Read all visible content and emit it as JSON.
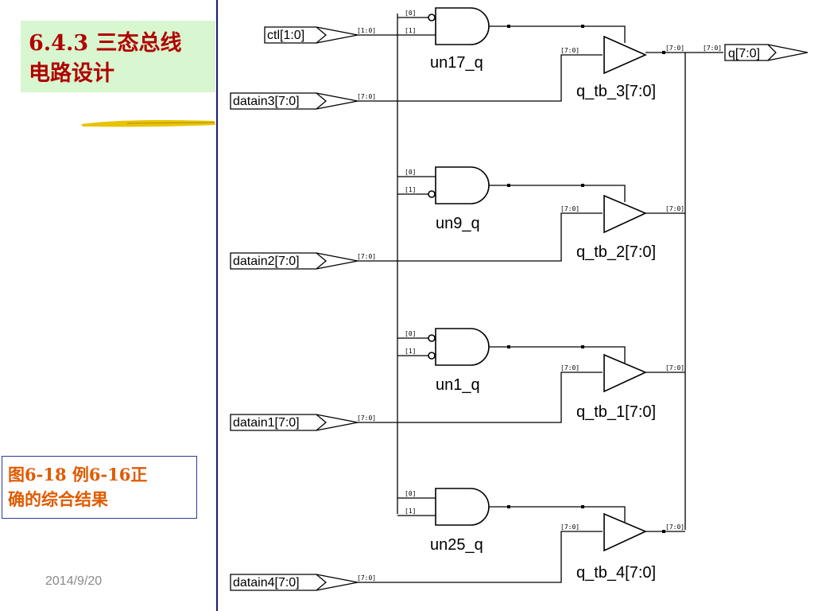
{
  "slide": {
    "title_line1": "6.4.3  三态总线",
    "title_line2": "电路设计",
    "caption_line1": "图6-18   例6-16正",
    "caption_line2": "确的综合结果",
    "date": "2014/9/20"
  },
  "ports": {
    "ctl": "ctl[1:0]",
    "datain3": "datain3[7:0]",
    "datain2": "datain2[7:0]",
    "datain1": "datain1[7:0]",
    "datain4": "datain4[7:0]",
    "q": "q[7:0]"
  },
  "pins": {
    "bus_1_0": "[1:0]",
    "bus_7_0": "[7:0]",
    "pin_0": "[0]",
    "pin_1": "[1]"
  },
  "gates": [
    "un17_q",
    "un9_q",
    "un1_q",
    "un25_q"
  ],
  "buffers": [
    "q_tb_3[7:0]",
    "q_tb_2[7:0]",
    "q_tb_1[7:0]",
    "q_tb_4[7:0]"
  ]
}
